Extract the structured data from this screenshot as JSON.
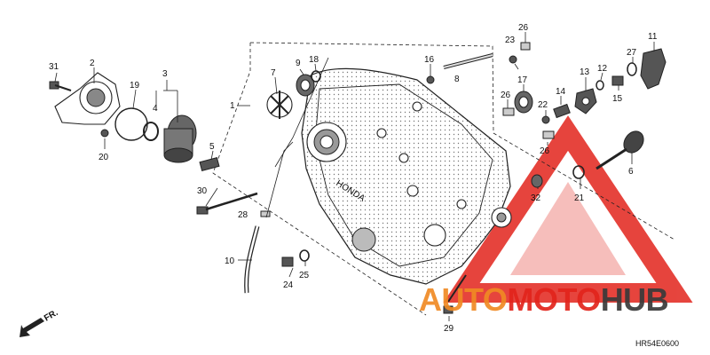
{
  "labels": {
    "p1": "1",
    "p2": "2",
    "p3": "3",
    "p4": "4",
    "p5": "5",
    "p6": "6",
    "p7": "7",
    "p8": "8",
    "p9": "9",
    "p10": "10",
    "p11": "11",
    "p12": "12",
    "p13": "13",
    "p14": "14",
    "p15": "15",
    "p16": "16",
    "p17": "17",
    "p18": "18",
    "p19": "19",
    "p20": "20",
    "p21": "21",
    "p22": "22",
    "p23": "23",
    "p24": "24",
    "p25": "25",
    "p26a": "26",
    "p26b": "26",
    "p26c": "26",
    "p27": "27",
    "p28": "28",
    "p29": "29",
    "p30": "30",
    "p31": "31",
    "p32": "32"
  },
  "direction_label": "FR.",
  "diagram_code": "HR54E0600",
  "housing_stamp": "HONDA",
  "watermark": {
    "part1": "AUTO",
    "part2": "MOTO",
    "part3": "HUB",
    "color_orange": "#f08a24",
    "color_red": "#e2241c",
    "color_dark": "#3a3a3a"
  }
}
